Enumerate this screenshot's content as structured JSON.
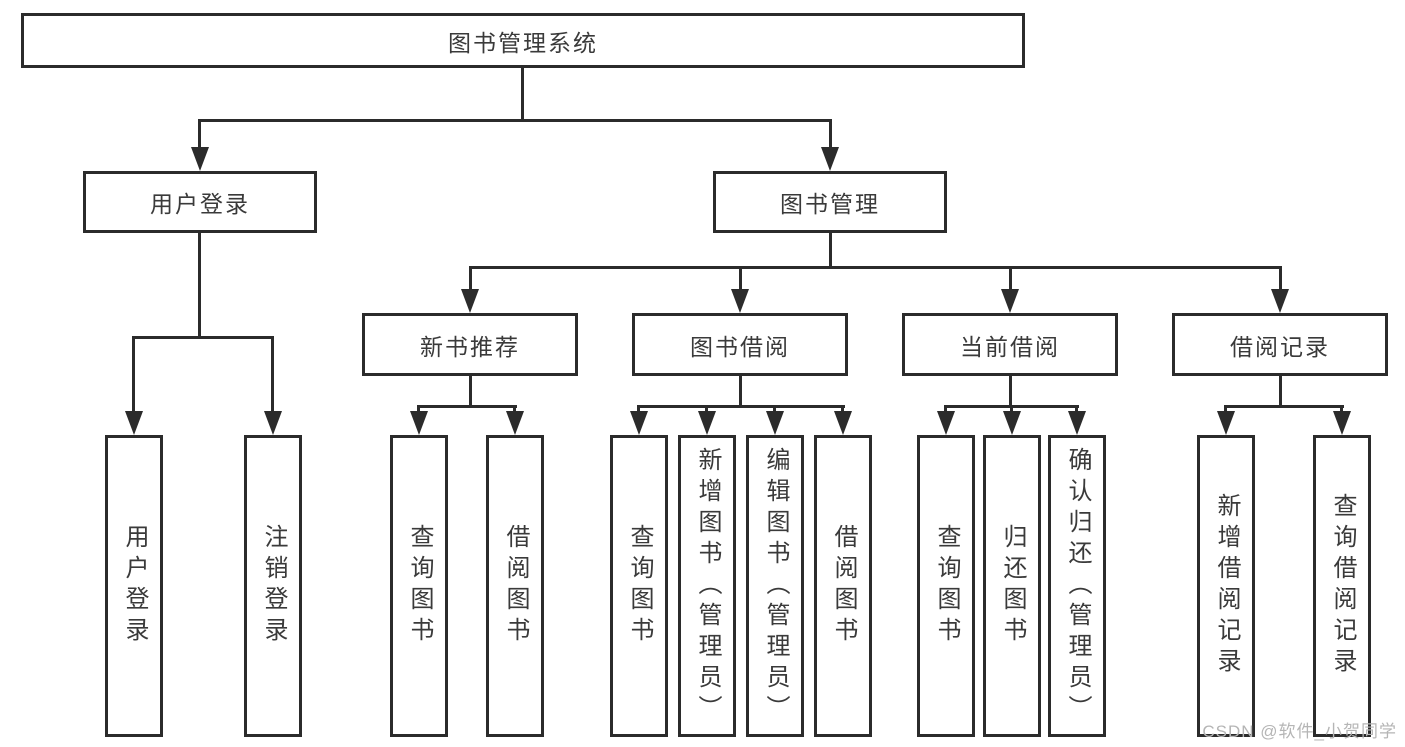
{
  "diagram": {
    "type": "tree",
    "line_color": "#2b2b2b",
    "text_color": "#3a3a3a",
    "background": "#ffffff",
    "root": {
      "id": "library-system",
      "label": "图书管理系统",
      "children": [
        {
          "id": "user-login",
          "label": "用户登录",
          "children": [
            {
              "id": "leaf-user-login",
              "label": "用户登录"
            },
            {
              "id": "leaf-logout",
              "label": "注销登录"
            }
          ]
        },
        {
          "id": "book-management",
          "label": "图书管理",
          "children": [
            {
              "id": "new-book-recommend",
              "label": "新书推荐",
              "children": [
                {
                  "id": "leaf-query-book-a",
                  "label": "查询图书"
                },
                {
                  "id": "leaf-borrow-book-a",
                  "label": "借阅图书"
                }
              ]
            },
            {
              "id": "book-borrow",
              "label": "图书借阅",
              "children": [
                {
                  "id": "leaf-query-book-b",
                  "label": "查询图书"
                },
                {
                  "id": "leaf-add-book-admin",
                  "label": "新增图书（管理员）"
                },
                {
                  "id": "leaf-edit-book-admin",
                  "label": "编辑图书（管理员）"
                },
                {
                  "id": "leaf-borrow-book-b",
                  "label": "借阅图书"
                }
              ]
            },
            {
              "id": "current-borrow",
              "label": "当前借阅",
              "children": [
                {
                  "id": "leaf-query-book-c",
                  "label": "查询图书"
                },
                {
                  "id": "leaf-return-book",
                  "label": "归还图书"
                },
                {
                  "id": "leaf-confirm-return-admin",
                  "label": "确认归还（管理员）"
                }
              ]
            },
            {
              "id": "borrow-record",
              "label": "借阅记录",
              "children": [
                {
                  "id": "leaf-add-borrow-record",
                  "label": "新增借阅记录"
                },
                {
                  "id": "leaf-query-borrow-record",
                  "label": "查询借阅记录"
                }
              ]
            }
          ]
        }
      ]
    }
  },
  "watermark": {
    "text": "CSDN @软件_小贺同学",
    "color": "#b5b5b5"
  }
}
